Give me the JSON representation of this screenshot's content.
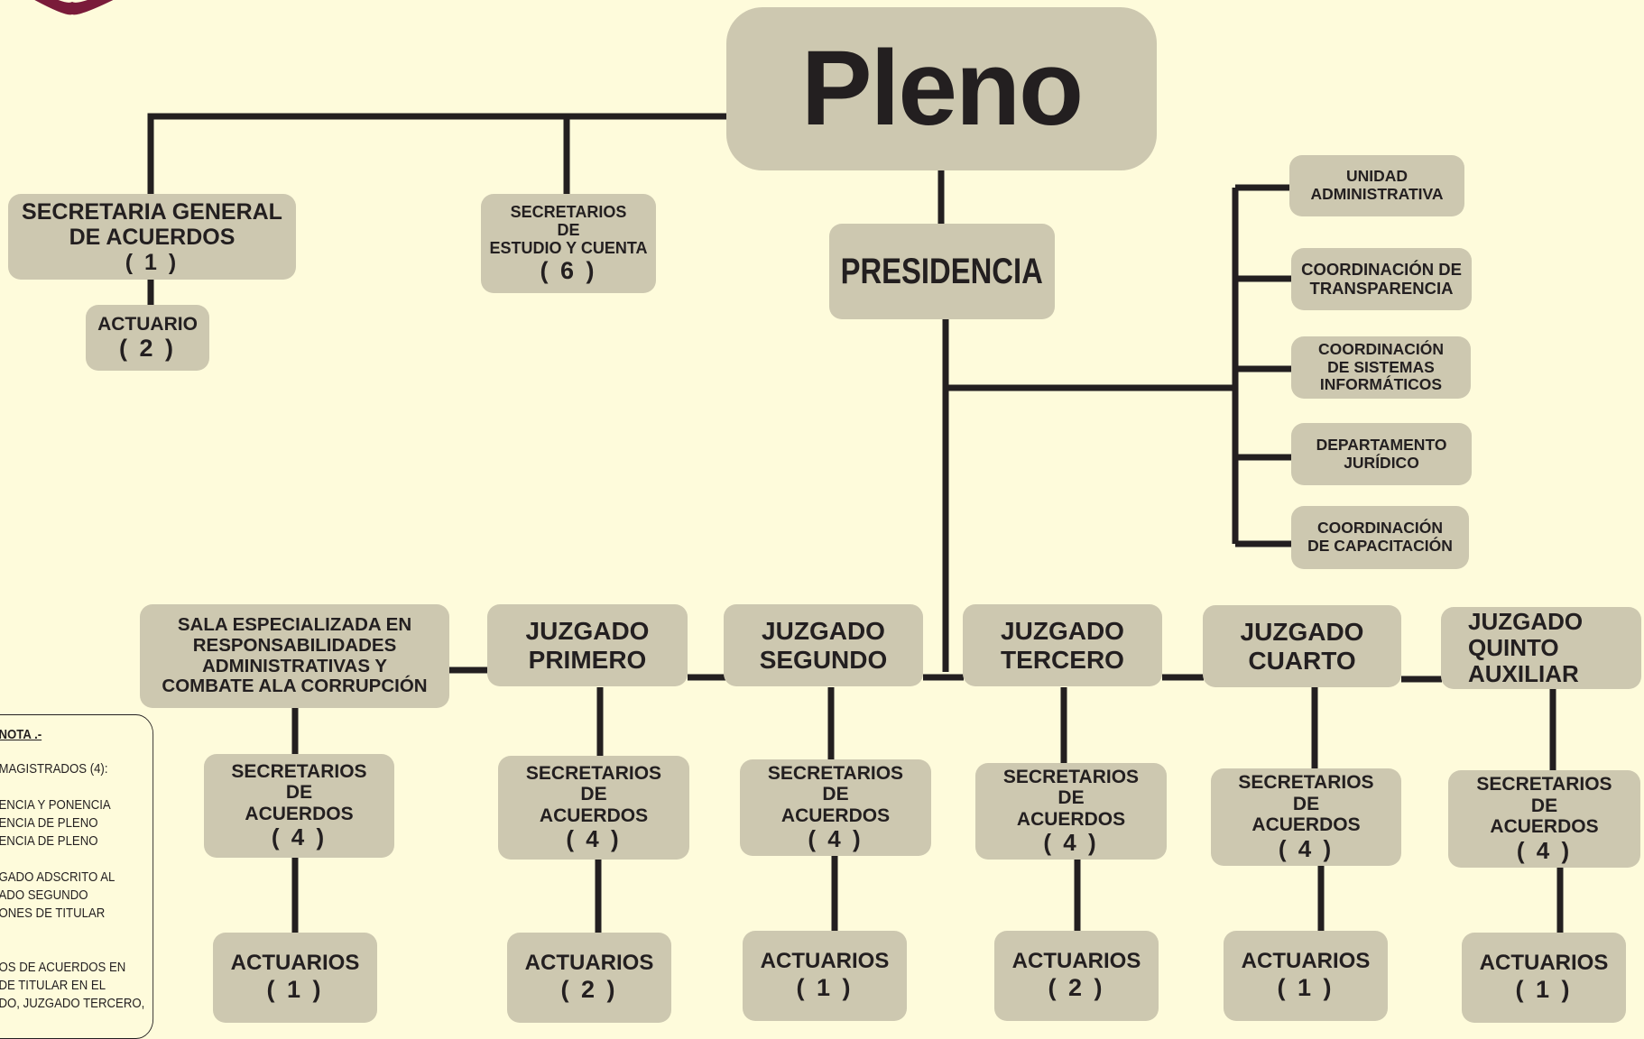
{
  "colors": {
    "background": "#fefbdb",
    "box": "#cdc8b0",
    "line": "#231f20",
    "logo": "#7a1b3a"
  },
  "pleno": {
    "label": "Pleno"
  },
  "presidencia": {
    "label": "PRESIDENCIA"
  },
  "secretaria_general": {
    "line1": "SECRETARIA GENERAL",
    "line2": "DE ACUERDOS",
    "count": "( 1 )"
  },
  "actuario_sg": {
    "label": "ACTUARIO",
    "count": "( 2 )"
  },
  "secretarios_estudio": {
    "line1": "SECRETARIOS",
    "line2": "DE",
    "line3": "ESTUDIO Y CUENTA",
    "count": "( 6 )"
  },
  "admin_units": [
    {
      "line1": "UNIDAD",
      "line2": "ADMINISTRATIVA",
      "line3": ""
    },
    {
      "line1": "COORDINACIÓN DE",
      "line2": "TRANSPARENCIA",
      "line3": ""
    },
    {
      "line1": "COORDINACIÓN",
      "line2": "DE SISTEMAS",
      "line3": "INFORMÁTICOS"
    },
    {
      "line1": "DEPARTAMENTO",
      "line2": "JURÍDICO",
      "line3": ""
    },
    {
      "line1": "COORDINACIÓN",
      "line2": "DE CAPACITACIÓN",
      "line3": ""
    }
  ],
  "courts": [
    {
      "line1": "SALA ESPECIALIZADA EN",
      "line2": "RESPONSABILIDADES",
      "line3": "ADMINISTRATIVAS Y",
      "line4": "COMBATE ALA CORRUPCIÓN"
    },
    {
      "line1": "JUZGADO",
      "line2": "PRIMERO"
    },
    {
      "line1": "JUZGADO",
      "line2": "SEGUNDO"
    },
    {
      "line1": "JUZGADO",
      "line2": "TERCERO"
    },
    {
      "line1": "JUZGADO",
      "line2": "CUARTO"
    },
    {
      "line1": "JUZGADO",
      "line2": "QUINTO",
      "line3": "AUXILIAR"
    }
  ],
  "secretarios_acuerdos": [
    {
      "line1": "SECRETARIOS",
      "line2": "DE",
      "line3": "ACUERDOS",
      "count": "( 4 )"
    },
    {
      "line1": "SECRETARIOS",
      "line2": "DE",
      "line3": "ACUERDOS",
      "count": "( 4 )"
    },
    {
      "line1": "SECRETARIOS",
      "line2": "DE",
      "line3": "ACUERDOS",
      "count": "( 4 )"
    },
    {
      "line1": "SECRETARIOS",
      "line2": "DE",
      "line3": "ACUERDOS",
      "count": "( 4 )"
    },
    {
      "line1": "SECRETARIOS",
      "line2": "DE",
      "line3": "ACUERDOS",
      "count": "( 4 )"
    },
    {
      "line1": "SECRETARIOS",
      "line2": "DE",
      "line3": "ACUERDOS",
      "count": "( 4 )"
    }
  ],
  "actuarios": [
    {
      "label": "ACTUARIOS",
      "count": "( 1 )"
    },
    {
      "label": "ACTUARIOS",
      "count": "( 2 )"
    },
    {
      "label": "ACTUARIOS",
      "count": "( 1 )"
    },
    {
      "label": "ACTUARIOS",
      "count": "( 2 )"
    },
    {
      "label": "ACTUARIOS",
      "count": "( 1 )"
    },
    {
      "label": "ACTUARIOS",
      "count": "( 1 )"
    }
  ],
  "nota": {
    "title": "NOTA .-",
    "lines": [
      "MAGISTRADOS (4):",
      "ENCIA Y PONENCIA",
      "ENCIA DE PLENO",
      "ENCIA DE PLENO",
      "GADO ADSCRITO AL",
      "ADO SEGUNDO",
      "ONES DE TITULAR",
      "OS DE ACUERDOS EN",
      "DE TITULAR EN EL",
      "DO, JUZGADO TERCERO,"
    ]
  }
}
